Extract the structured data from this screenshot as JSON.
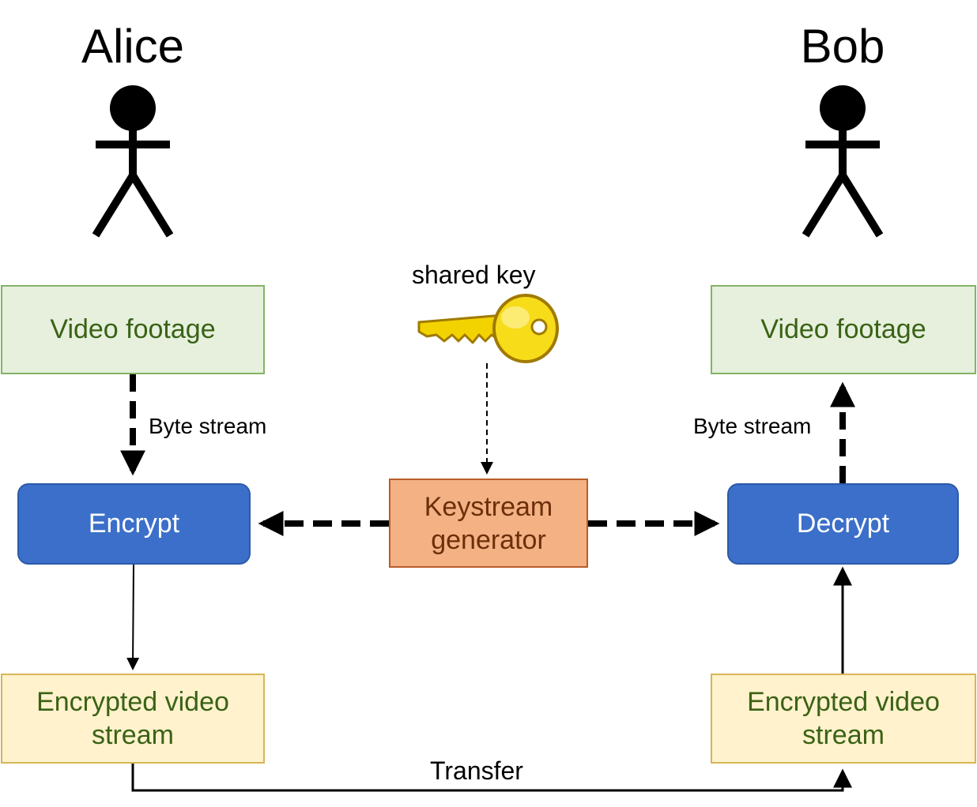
{
  "actors": {
    "left": {
      "name": "Alice"
    },
    "right": {
      "name": "Bob"
    }
  },
  "key": {
    "label": "shared key",
    "icon": "key-icon",
    "color": "#f2d300"
  },
  "nodes": {
    "alice_footage": "Video footage",
    "bob_footage": "Video footage",
    "encrypt": "Encrypt",
    "decrypt": "Decrypt",
    "keystream": "Keystream\ngenerator",
    "alice_stream": "Encrypted video\nstream",
    "bob_stream": "Encrypted video\nstream"
  },
  "edges": {
    "left_byte_stream": "Byte stream",
    "right_byte_stream": "Byte stream",
    "transfer": "Transfer"
  },
  "colors": {
    "footage_fill": "#e6f0dd",
    "footage_border": "#82b366",
    "crypto_fill": "#3b6fc9",
    "keystream_fill": "#f4b183",
    "stream_fill": "#fff2cc",
    "stream_border": "#d6b656"
  }
}
